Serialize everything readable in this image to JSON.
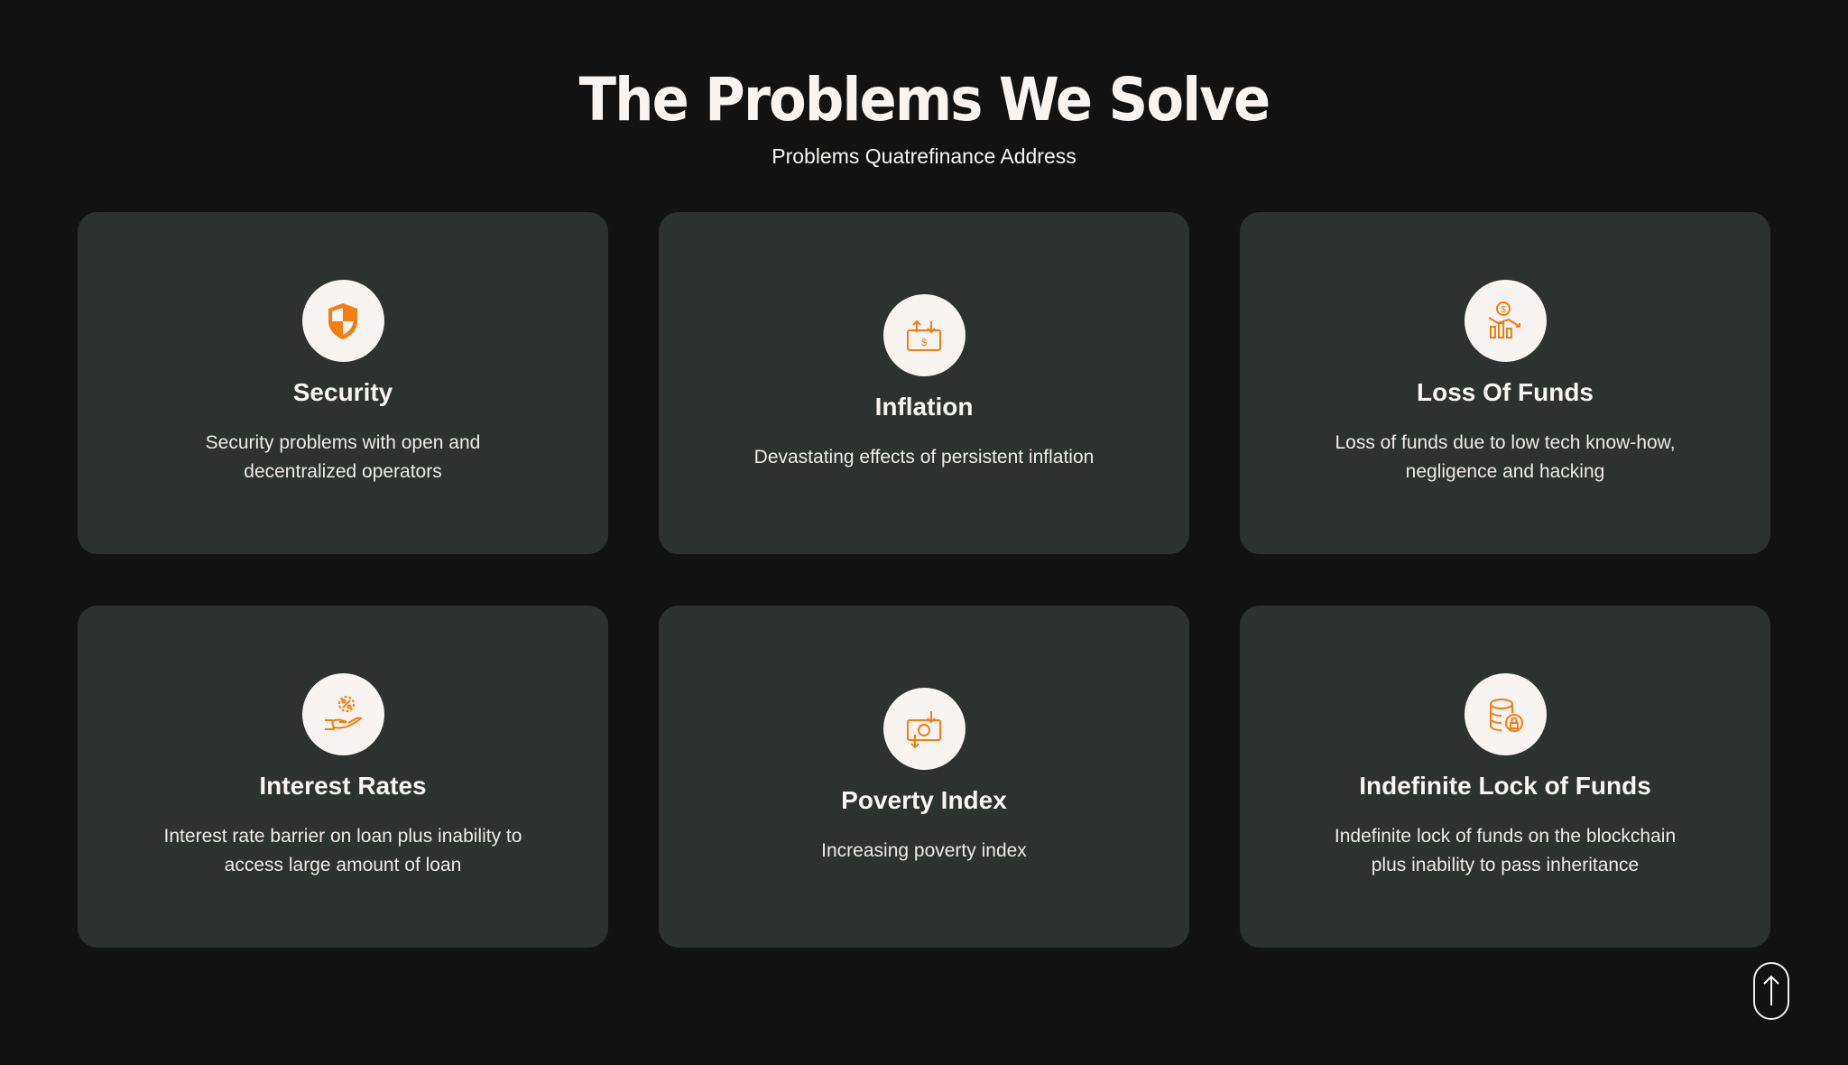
{
  "header": {
    "title": "The Problems We Solve",
    "subtitle": "Problems Quatrefinance Address"
  },
  "accent": "#f57c0e",
  "cards": [
    {
      "icon": "shield-icon",
      "title": "Security",
      "description": "Security problems with open and decentralized operators"
    },
    {
      "icon": "inflation-money-icon",
      "title": "Inflation",
      "description": "Devastating effects of persistent inflation"
    },
    {
      "icon": "loss-chart-icon",
      "title": "Loss Of Funds",
      "description": "Loss of funds due to low tech know-how, negligence and hacking"
    },
    {
      "icon": "hand-percent-icon",
      "title": "Interest Rates",
      "description": "Interest rate barrier on loan plus inability to access large amount of loan"
    },
    {
      "icon": "poverty-money-icon",
      "title": "Poverty Index",
      "description": "Increasing poverty index"
    },
    {
      "icon": "locked-coins-icon",
      "title": "Indefinite Lock of Funds",
      "description": "Indefinite lock of funds on the blockchain plus inability to pass inheritance"
    }
  ],
  "scroll_top": {
    "icon": "arrow-up-icon"
  }
}
